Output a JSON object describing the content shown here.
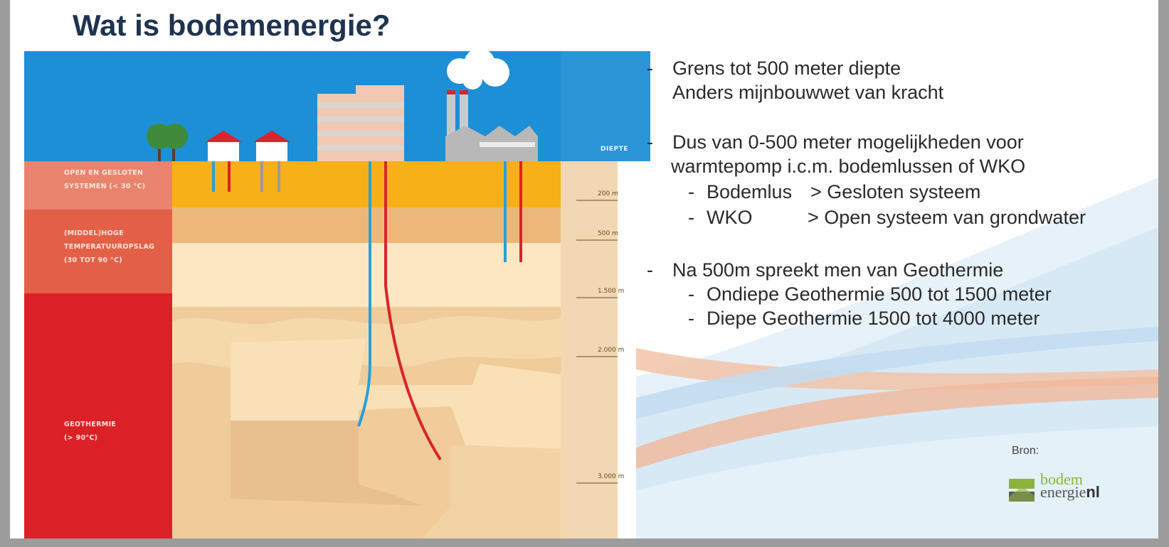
{
  "slide": {
    "title": "Wat is bodemenergie?"
  },
  "diagram": {
    "header": "DIEPTE",
    "layers": [
      {
        "label_lines": [
          "OPEN EN GESLOTEN",
          "SYSTEMEN (< 30 °C)"
        ],
        "color": "#e9836e"
      },
      {
        "label_lines": [
          "(MIDDEL)HOGE",
          "TEMPERATUUROPSLAG",
          "(30 TOT 90 °C)"
        ],
        "color": "#e45f48"
      },
      {
        "label_lines": [
          "GEOTHERMIE",
          "(> 90°C)"
        ],
        "color": "#dc2028"
      }
    ],
    "depth_marks": [
      "200 m",
      "500 m",
      "1.500 m",
      "2.000 m",
      "3.000 m"
    ],
    "colors": {
      "sky": "#1d8fd6",
      "top_soil": "#f8b018",
      "pipe_cold": "#2a9fd6",
      "pipe_hot": "#d9242c"
    }
  },
  "text": {
    "bullets": [
      {
        "dash": "-",
        "lines": [
          "Grens tot 500 meter diepte",
          "Anders mijnbouwwet van kracht"
        ]
      },
      {
        "dash": "-",
        "lines": [
          "Dus van 0-500 meter mogelijkheden voor",
          "warmtepomp i.c.m. bodemlussen of WKO"
        ],
        "sub": [
          {
            "dash": "-",
            "name": "Bodemlus",
            "desc": "> Gesloten systeem"
          },
          {
            "dash": "-",
            "name": "WKO",
            "desc": "> Open systeem van grondwater"
          }
        ]
      },
      {
        "dash": "-",
        "lines": [
          "Na 500m spreekt men van Geothermie"
        ],
        "sub": [
          {
            "dash": "-",
            "text": "Ondiepe Geothermie 500 tot 1500 meter"
          },
          {
            "dash": "-",
            "text": "Diepe Geothermie 1500 tot 4000 meter"
          }
        ]
      }
    ]
  },
  "source": {
    "label": "Bron:",
    "logo_top": "bodem",
    "logo_bottom": "energie",
    "logo_suffix": "nl"
  }
}
